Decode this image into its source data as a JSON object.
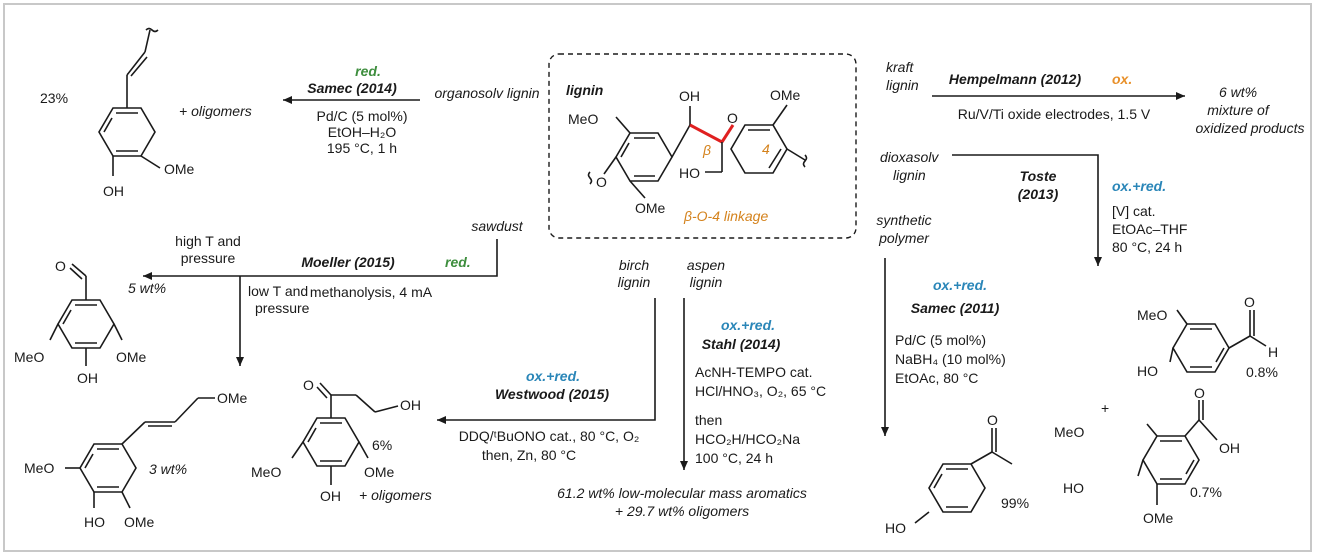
{
  "colors": {
    "reduction": "#3e8e3e",
    "oxidation": "#e8902a",
    "ox_red": "#2a86b8",
    "highlight_bond": "#e02020"
  },
  "center": {
    "title": "lignin",
    "linkage": "β-O-4 linkage",
    "beta": "β",
    "four": "4",
    "atoms": {
      "oh": "OH",
      "o": "O",
      "ome_top": "OMe",
      "meo": "MeO",
      "ho": "HO",
      "ome_bottom": "OMe"
    }
  },
  "samec2014": {
    "tag": "red.",
    "author": "Samec (2014)",
    "source": "organosolv lignin",
    "cond1": "Pd/C (5 mol%)",
    "cond2": "EtOH–H₂O",
    "cond3": "195 °C, 1 h",
    "yield": "23%",
    "plus": "+ oligomers",
    "ome": "OMe",
    "oh": "OH"
  },
  "moeller": {
    "tag": "red.",
    "author": "Moeller (2015)",
    "source": "sawdust",
    "branch1": "high T and pressure",
    "branch2": "low T and pressure",
    "cond": "methanolysis, 4 mA",
    "p1_yield": "5 wt%",
    "p1_meo": "MeO",
    "p1_ome": "OMe",
    "p1_oh": "OH",
    "p1_o": "O",
    "p2_yield": "3 wt%",
    "p2_meo": "MeO",
    "p2_ome1": "OMe",
    "p2_ome2": "OMe",
    "p2_ho": "HO"
  },
  "westwood": {
    "tag": "ox.+red.",
    "author": "Westwood (2015)",
    "source": "birch lignin",
    "cond1": "DDQ/ᵗBuONO cat., 80 °C, O₂",
    "cond2": "then, Zn, 80 °C",
    "yield": "6%",
    "plus": "+ oligomers",
    "meo": "MeO",
    "ome": "OMe",
    "oh": "OH",
    "oh2": "OH",
    "o": "O"
  },
  "stahl": {
    "tag": "ox.+red.",
    "author": "Stahl (2014)",
    "source": "aspen lignin",
    "cond1": "AcNH-TEMPO cat.",
    "cond2": "HCl/HNO₃, O₂, 65 °C",
    "cond3": "then",
    "cond4": "HCO₂H/HCO₂Na",
    "cond5": "100 °C, 24 h",
    "result1": "61.2 wt% low-molecular mass aromatics",
    "result2": "+ 29.7 wt% oligomers"
  },
  "hempelmann": {
    "author": "Hempelmann (2012)",
    "tag": "ox.",
    "source": "kraft lignin",
    "cond": "Ru/V/Ti oxide electrodes, 1.5 V",
    "result1": "6 wt%",
    "result2": "mixture of",
    "result3": "oxidized products"
  },
  "toste": {
    "author1": "Toste",
    "author2": "(2013)",
    "tag": "ox.+red.",
    "source": "dioxasolv lignin",
    "cond1": "[V] cat.",
    "cond2": "EtOAc–THF",
    "cond3": "80 °C, 24 h",
    "v_meo": "MeO",
    "v_ho": "HO",
    "v_h": "H",
    "v_o": "O",
    "v_yield": "0.8%",
    "plus": "+",
    "s_meo": "MeO",
    "s_ho": "HO",
    "s_ome": "OMe",
    "s_oh": "OH",
    "s_o": "O",
    "s_yield": "0.7%"
  },
  "samec2011": {
    "tag": "ox.+red.",
    "author": "Samec (2011)",
    "source": "synthetic polymer",
    "cond1": "Pd/C (5 mol%)",
    "cond2": "NaBH₄ (10 mol%)",
    "cond3": "EtOAc, 80 °C",
    "yield": "99%",
    "ho": "HO",
    "o": "O"
  }
}
